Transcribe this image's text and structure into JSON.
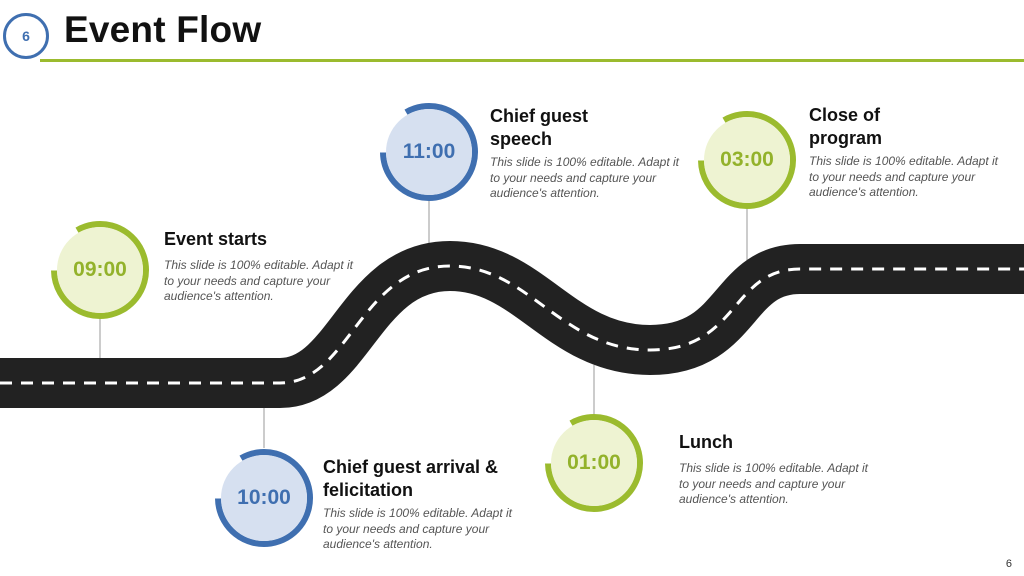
{
  "slide": {
    "number": "6",
    "title": "Event Flow",
    "page_number": "6"
  },
  "colors": {
    "blue": "#3f6fb0",
    "green": "#9bbb2e",
    "road": "#222222"
  },
  "events": [
    {
      "time": "09:00",
      "color": "green",
      "title": "Event starts",
      "description": "This slide is 100% editable. Adapt it to your needs and capture your audience's attention."
    },
    {
      "time": "10:00",
      "color": "blue",
      "title": "Chief guest arrival & felicitation",
      "description": "This slide is 100% editable. Adapt it to your needs and capture your audience's attention."
    },
    {
      "time": "11:00",
      "color": "blue",
      "title": "Chief guest speech",
      "description": "This slide is 100% editable. Adapt it to your needs and capture your audience's attention."
    },
    {
      "time": "01:00",
      "color": "green",
      "title": "Lunch",
      "description": "This slide is 100% editable. Adapt it to your needs and capture your audience's attention."
    },
    {
      "time": "03:00",
      "color": "green",
      "title": "Close of program",
      "description": "This slide is 100% editable. Adapt it to your needs and capture your audience's attention."
    }
  ]
}
